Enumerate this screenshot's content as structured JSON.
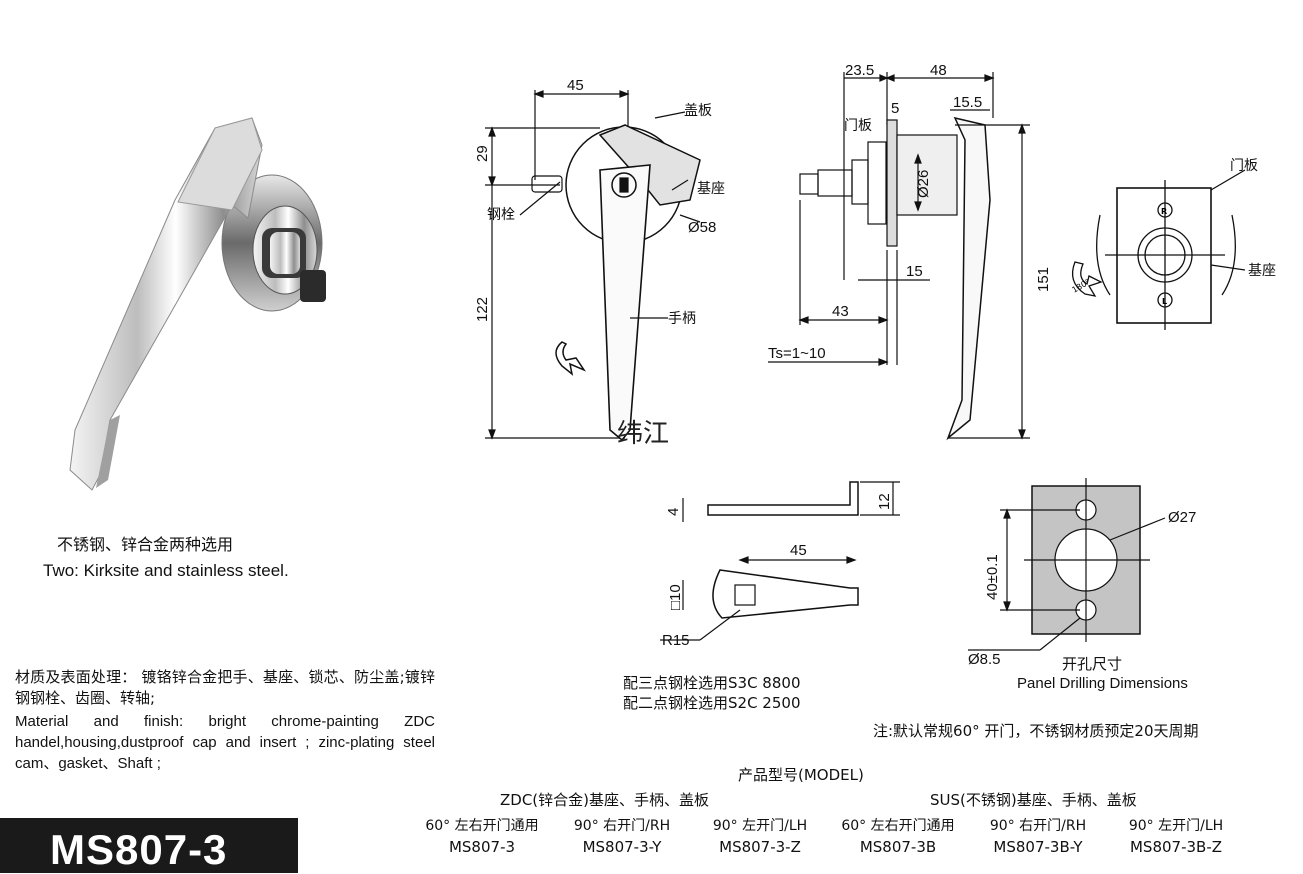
{
  "product": {
    "options_cn": "不锈钢、锌合金两种选用",
    "options_en": "Two: Kirksite and stainless steel.",
    "material_cn": "材质及表面处理： 镀铬锌合金把手、基座、锁芯、防尘盖;镀锌钢钢栓、齿圈、转轴;",
    "material_en": "Material and finish: bright chrome-painting ZDC handel,housing,dustproof cap and insert ; zinc-plating steel cam、gasket、Shaft ;",
    "model_badge": "MS807-3",
    "watermark": "纬江"
  },
  "front_view": {
    "dim_width": "45",
    "dim_top": "29",
    "dim_height": "122",
    "dim_diameter": "Ø58",
    "label_cover": "盖板",
    "label_base": "基座",
    "label_cam": "钢栓",
    "label_handle": "手柄"
  },
  "side_view": {
    "dim_235": "23.5",
    "dim_48": "48",
    "dim_5": "5",
    "dim_155": "15.5",
    "dim_26": "Ø26",
    "dim_15": "15",
    "dim_43": "43",
    "dim_151": "151",
    "dim_ts": "Ts=1~10",
    "label_door": "门板"
  },
  "rear_view": {
    "label_door": "门板",
    "label_base": "基座",
    "rotation": "180°",
    "mark_r": "R",
    "mark_l": "L"
  },
  "cam_detail": {
    "dim_4": "4",
    "dim_12": "12",
    "dim_45": "45",
    "dim_10": "□10",
    "dim_r15": "R15",
    "cam_option_3pt": "配三点钢栓选用S3C 8800",
    "cam_option_2pt": "配二点钢栓选用S2C 2500"
  },
  "panel": {
    "dim_27": "Ø27",
    "dim_40": "40±0.1",
    "dim_85": "Ø8.5",
    "title_cn": "开孔尺寸",
    "title_en": "Panel Drilling Dimensions"
  },
  "lead_note": "注:默认常规60° 开门，不锈钢材质预定20天周期",
  "model_table": {
    "title": "产品型号(MODEL)",
    "group_zdc": "ZDC(锌合金)基座、手柄、盖板",
    "group_sus": "SUS(不锈钢)基座、手柄、盖板",
    "headers": [
      "60° 左右开门通用",
      "90° 右开门/RH",
      "90° 左开门/LH",
      "60° 左右开门通用",
      "90° 右开门/RH",
      "90° 左开门/LH"
    ],
    "codes": [
      "MS807-3",
      "MS807-3-Y",
      "MS807-3-Z",
      "MS807-3B",
      "MS807-3B-Y",
      "MS807-3B-Z"
    ]
  },
  "colors": {
    "line": "#111111",
    "panel_fill": "#c4c4c4",
    "badge_bg": "#1a1a1a"
  }
}
